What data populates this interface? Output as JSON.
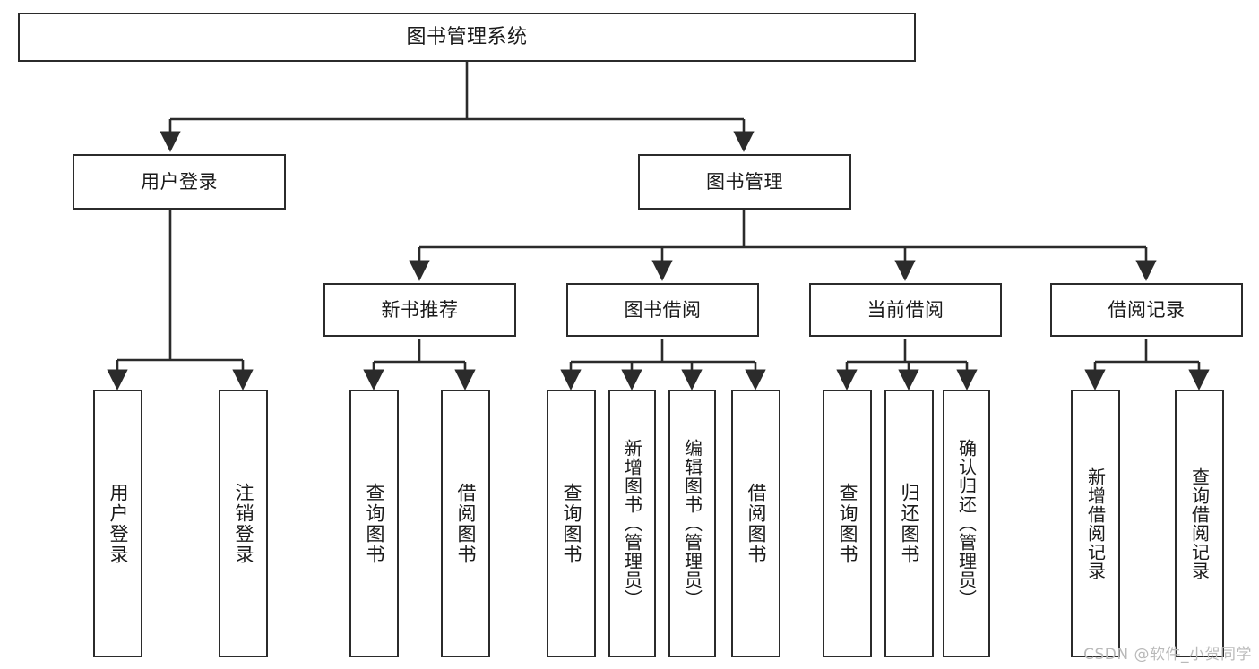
{
  "diagram": {
    "title": "图书管理系统",
    "type": "tree",
    "root": {
      "label": "图书管理系统"
    },
    "level1": [
      {
        "label": "用户登录"
      },
      {
        "label": "图书管理"
      }
    ],
    "level2": [
      {
        "label": "新书推荐"
      },
      {
        "label": "图书借阅"
      },
      {
        "label": "当前借阅"
      },
      {
        "label": "借阅记录"
      }
    ],
    "leaves": {
      "user_login": [
        {
          "label": "用户登录"
        },
        {
          "label": "注销登录"
        }
      ],
      "new_book_recommend": [
        {
          "label": "查询图书"
        },
        {
          "label": "借阅图书"
        }
      ],
      "book_borrow": [
        {
          "label": "查询图书"
        },
        {
          "label": "新增图书（管理员）"
        },
        {
          "label": "编辑图书（管理员）"
        },
        {
          "label": "借阅图书"
        }
      ],
      "current_borrow": [
        {
          "label": "查询图书"
        },
        {
          "label": "归还图书"
        },
        {
          "label": "确认归还（管理员）"
        }
      ],
      "borrow_record": [
        {
          "label": "新增借阅记录"
        },
        {
          "label": "查询借阅记录"
        }
      ]
    }
  },
  "watermark": {
    "text": "CSDN @软件_小贺同学"
  },
  "colors": {
    "stroke": "#2b2b2b",
    "fill": "#ffffff",
    "text": "#1a1a1a",
    "watermark": "#b9b9b9"
  }
}
